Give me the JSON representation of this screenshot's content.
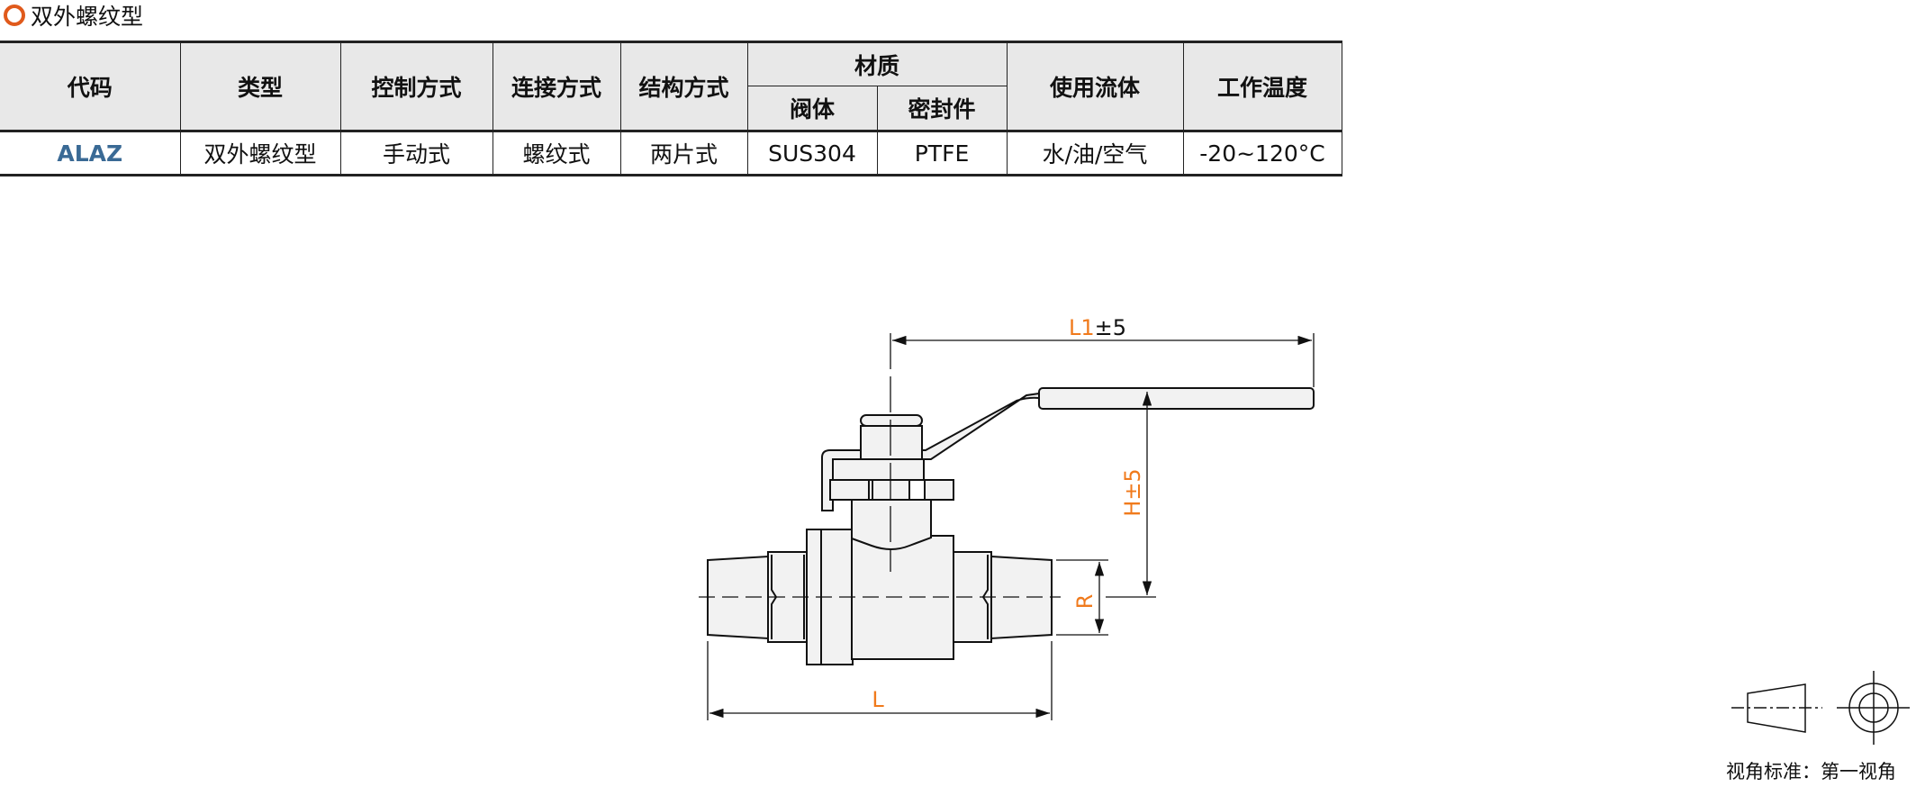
{
  "section_title": "双外螺纹型",
  "table": {
    "headers": {
      "code": "代码",
      "type": "类型",
      "control": "控制方式",
      "connection": "连接方式",
      "structure": "结构方式",
      "material": "材质",
      "body": "阀体",
      "seal": "密封件",
      "fluid": "使用流体",
      "temp": "工作温度"
    },
    "row": {
      "code": "ALAZ",
      "type": "双外螺纹型",
      "control": "手动式",
      "connection": "螺纹式",
      "structure": "两片式",
      "body": "SUS304",
      "seal": "PTFE",
      "fluid": "水/油/空气",
      "temp": "-20~120°C"
    }
  },
  "drawing": {
    "dim_l1": "L1",
    "dim_l1_tol": "±5",
    "dim_h": "H±5",
    "dim_r": "R",
    "dim_l": "L",
    "dim_color": "#f07a1c"
  },
  "projection_caption": "视角标准：第一视角",
  "colors": {
    "accent": "#e05a1c",
    "code": "#3a6a95",
    "header_bg": "#e8e8e8",
    "part_fill": "#f2f2f2"
  }
}
